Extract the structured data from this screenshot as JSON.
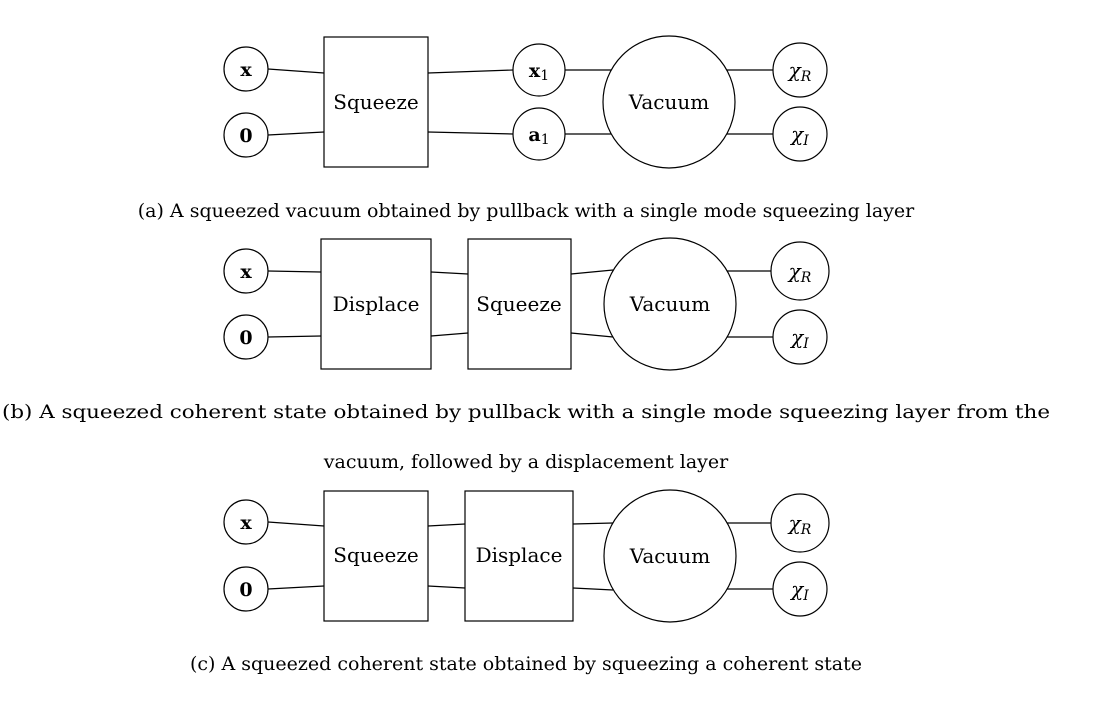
{
  "diagram_a": {
    "inputs": [
      "x",
      "0"
    ],
    "layers": [
      "Squeeze"
    ],
    "intermediate": {
      "top_base": "x",
      "top_sub": "1",
      "bottom_base": "a",
      "bottom_sub": "1"
    },
    "state": "Vacuum",
    "outputs": [
      {
        "base": "χ",
        "sub": "R"
      },
      {
        "base": "χ",
        "sub": "I"
      }
    ],
    "caption": "(a) A squeezed vacuum obtained by pullback with a single mode squeezing layer"
  },
  "diagram_b": {
    "inputs": [
      "x",
      "0"
    ],
    "layers": [
      "Displace",
      "Squeeze"
    ],
    "state": "Vacuum",
    "outputs": [
      {
        "base": "χ",
        "sub": "R"
      },
      {
        "base": "χ",
        "sub": "I"
      }
    ],
    "caption_line1": "(b) A squeezed coherent state obtained by pullback with a single mode squeezing layer from the",
    "caption_line2": "vacuum, followed by a displacement layer"
  },
  "diagram_c": {
    "inputs": [
      "x",
      "0"
    ],
    "layers": [
      "Squeeze",
      "Displace"
    ],
    "state": "Vacuum",
    "outputs": [
      {
        "base": "χ",
        "sub": "R"
      },
      {
        "base": "χ",
        "sub": "I"
      }
    ],
    "caption": "(c) A squeezed coherent state obtained by squeezing a coherent state"
  }
}
